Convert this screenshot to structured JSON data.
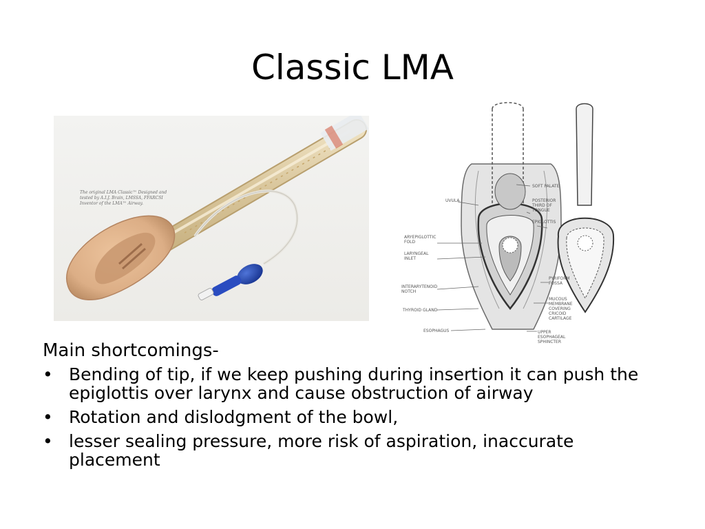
{
  "slide": {
    "title": "Classic LMA",
    "lead": "Main shortcomings-",
    "bullets": [
      "Bending of tip, if we keep pushing during insertion it can push the epiglottis over larynx and cause obstruction of airway",
      "Rotation and dislodgment of the bowl,",
      "lesser sealing pressure, more risk of aspiration, inaccurate placement"
    ],
    "bullet_glyph": "•"
  },
  "photo": {
    "caption_lines": [
      "The original LMA Classic™ Designed and",
      "tested by A.I.J. Brain, LMSSA, FFARCSI",
      "Inventor of the LMA™ Airway."
    ]
  },
  "diagram": {
    "labels": {
      "soft_palate": "SOFT PALATE",
      "uvula": "UVULA",
      "posterior_1": "POSTERIOR",
      "posterior_2": "THIRD OF",
      "posterior_3": "TONGUE",
      "epiglottis": "EPIGLOTTIS",
      "aryepiglottic_1": "ARYEPIGLOTTIC",
      "aryepiglottic_2": "FOLD",
      "laryngeal_1": "LARYNGEAL",
      "laryngeal_2": "INLET",
      "pyriform_1": "PYRIFORM",
      "pyriform_2": "FOSSA",
      "interarytenoid_1": "INTERARYTENOID",
      "interarytenoid_2": "NOTCH",
      "mucous_1": "MUCOUS",
      "mucous_2": "MEMBRANE",
      "mucous_3": "COVERING",
      "mucous_4": "CRICOID",
      "mucous_5": "CARTILAGE",
      "thyroid": "THYROID GLAND",
      "esophagus": "ESOPHAGUS",
      "upper_1": "UPPER",
      "upper_2": "ESOPHAGEAL",
      "upper_3": "SPHINCTER"
    }
  },
  "colors": {
    "background": "#ffffff",
    "text": "#000000",
    "mask_skin": "#dcae86",
    "pilot_balloon": "#1d3fa8",
    "diagram_line": "#555555"
  }
}
